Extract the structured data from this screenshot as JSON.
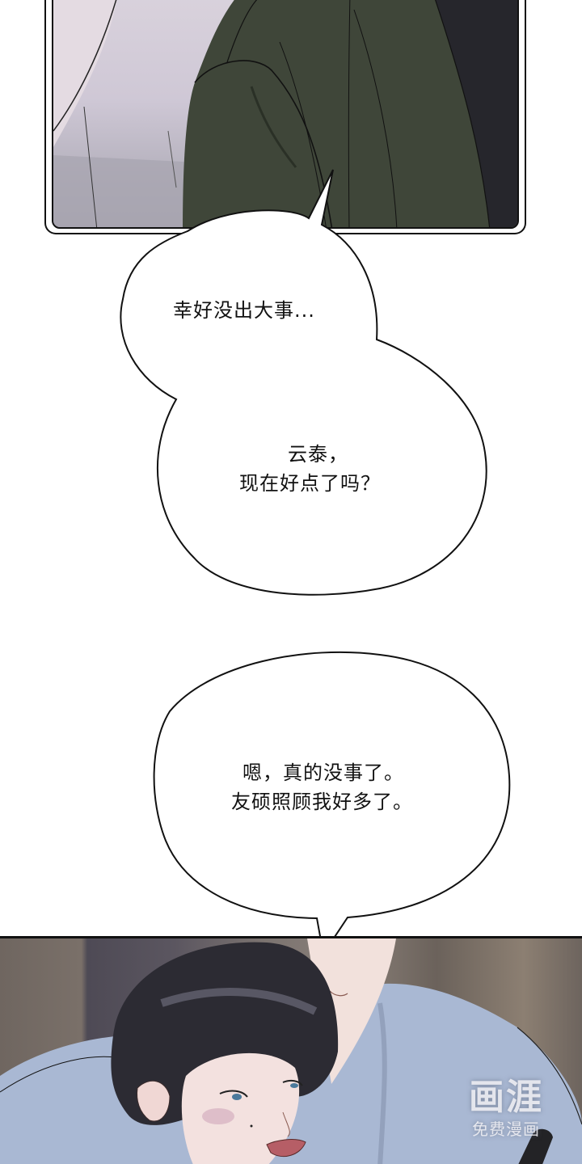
{
  "page": {
    "type": "webtoon-comic-page",
    "background": "#ffffff"
  },
  "panels": [
    {
      "id": "top-panel",
      "description": "Close-up of a person in a dark olive-green jacket against a pale lilac background",
      "colors": {
        "background": "#d4cdd9",
        "jacket": "#3f4639",
        "shadow": "#2a2a30",
        "border": "#111111"
      }
    },
    {
      "id": "bottom-panel",
      "description": "Dark-haired young man with blue eyes and flushed cheeks smiling, held by a taller person in a light blue shirt",
      "colors": {
        "shirt": "#a9b8d3",
        "hair": "#2c2b33",
        "skin": "#f3e1df",
        "background": "#7a7069",
        "border": "#111111"
      }
    }
  ],
  "bubbles": [
    {
      "id": "bubble-1",
      "lines": [
        "幸好没出大事..."
      ]
    },
    {
      "id": "bubble-2",
      "lines": [
        "云泰，",
        "现在好点了吗？"
      ]
    },
    {
      "id": "bubble-3",
      "lines": [
        "嗯，真的没事了。",
        "友硕照顾我好多了。"
      ]
    }
  ],
  "watermark": {
    "title": "画涯",
    "subtitle": "免费漫画"
  }
}
